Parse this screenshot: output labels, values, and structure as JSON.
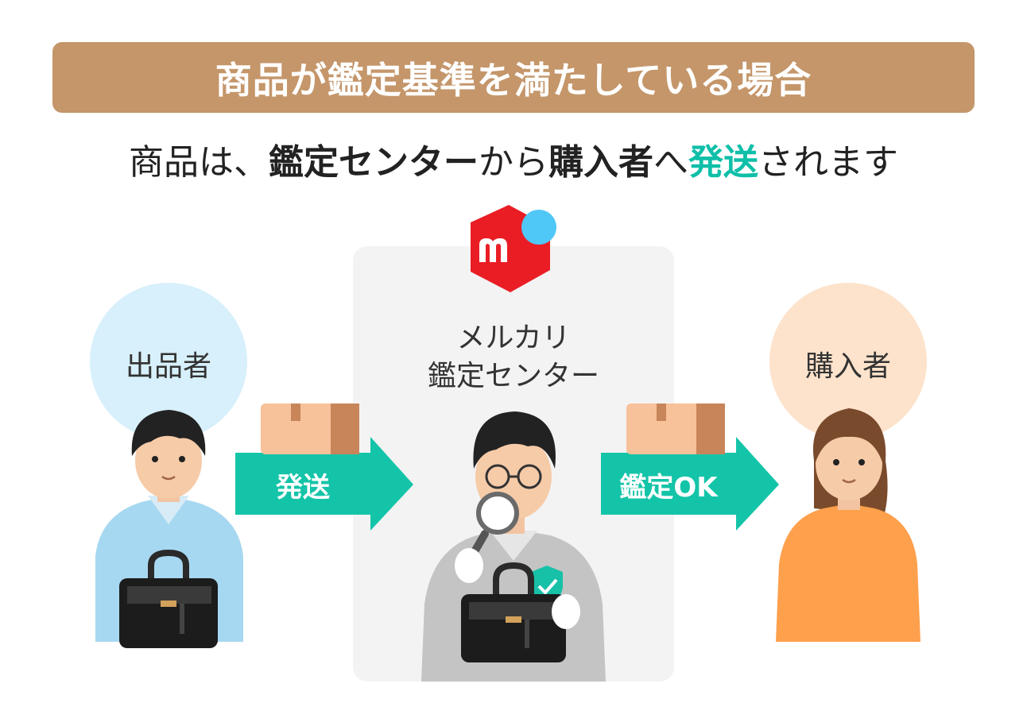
{
  "header": {
    "banner_title": "商品が鑑定基準を満たしている場合"
  },
  "subtitle": {
    "part1": "商品は、",
    "part2": "鑑定センター",
    "part3": "から",
    "part4": "購入者",
    "part5": "へ",
    "part6": "発送",
    "part7": "されます"
  },
  "flow": {
    "seller_label": "出品者",
    "center_label_line1": "メルカリ",
    "center_label_line2": "鑑定センター",
    "buyer_label": "購入者",
    "arrow1_label": "発送",
    "arrow2_label": "鑑定OK"
  },
  "colors": {
    "banner": "#c4966a",
    "accent_teal": "#0fbfa8",
    "arrow": "#14c4a8",
    "logo_red": "#ea1d25",
    "logo_dot": "#4fc7f7"
  }
}
